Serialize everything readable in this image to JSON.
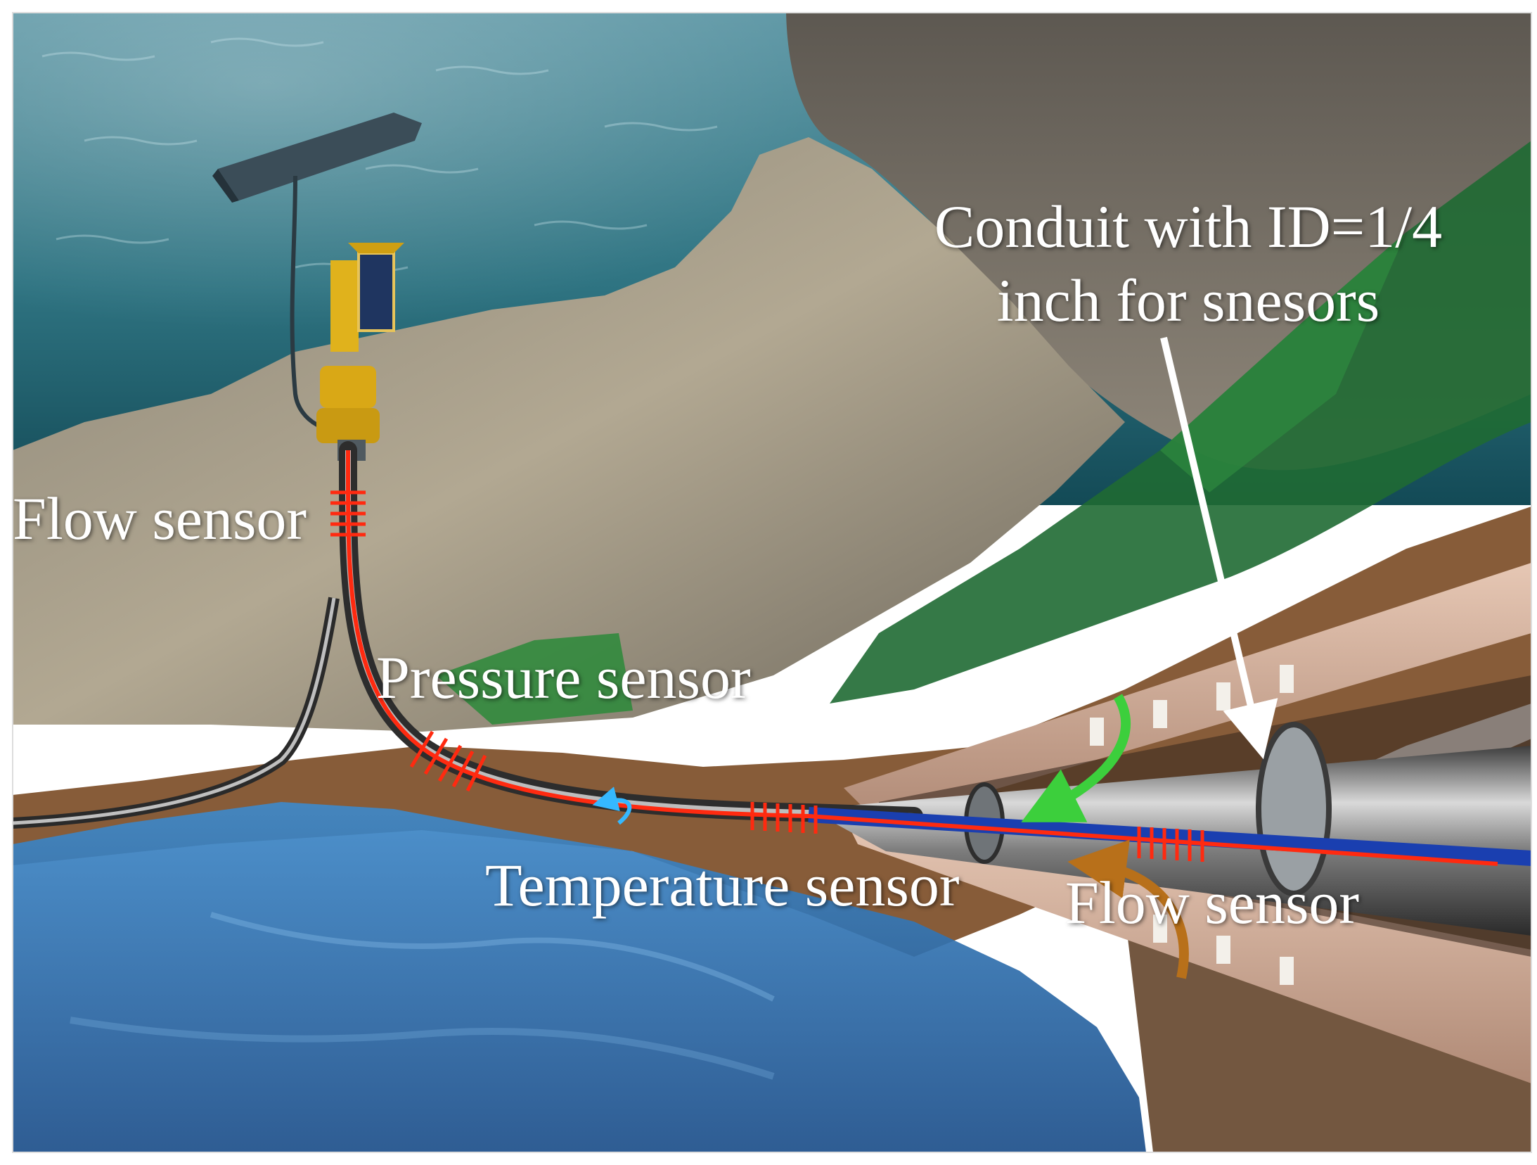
{
  "labels": {
    "flow_sensor_wellhead": "Flow sensor",
    "pressure_sensor": "Pressure sensor",
    "temperature_sensor": "Temperature sensor",
    "flow_sensor_downhole": "Flow sensor",
    "conduit_line1": "Conduit with ID=1/4",
    "conduit_line2": "inch for snesors"
  },
  "colors": {
    "fiber_line": "#ff2a10",
    "conduit_blue": "#1a3fb0",
    "arrow_white": "#ffffff",
    "flow_arrow_green": "#3ccf3c",
    "flow_arrow_brown": "#b8701a",
    "temperature_arrow_cyan": "#35b8ff"
  },
  "icons": {
    "vessel": "ship-icon",
    "wellhead": "subsea-tree-icon",
    "pointer": "arrow-icon"
  }
}
